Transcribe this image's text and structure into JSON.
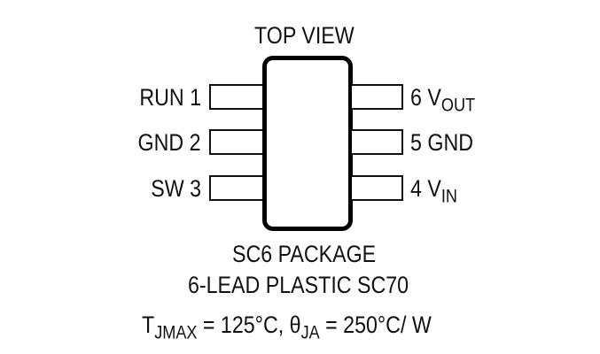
{
  "title": "TOP VIEW",
  "package": {
    "name": "SC6 PACKAGE",
    "description": "6-LEAD PLASTIC SC70"
  },
  "pins_left": [
    {
      "number": "1",
      "name": "RUN",
      "label": "RUN 1"
    },
    {
      "number": "2",
      "name": "GND",
      "label": "GND 2"
    },
    {
      "number": "3",
      "name": "SW",
      "label": "SW 3"
    }
  ],
  "pins_right": [
    {
      "number": "6",
      "name": "V",
      "sub": "OUT",
      "prefix": "6 "
    },
    {
      "number": "5",
      "name": "GND",
      "sub": "",
      "prefix": "5 "
    },
    {
      "number": "4",
      "name": "V",
      "sub": "IN",
      "prefix": "4 "
    }
  ],
  "thermal": {
    "tj_symbol": "T",
    "tj_sub": "JMAX",
    "tj_value": " = 125°C, ",
    "theta_symbol": "θ",
    "theta_sub": "JA",
    "theta_value": " = 250°C/ W"
  }
}
